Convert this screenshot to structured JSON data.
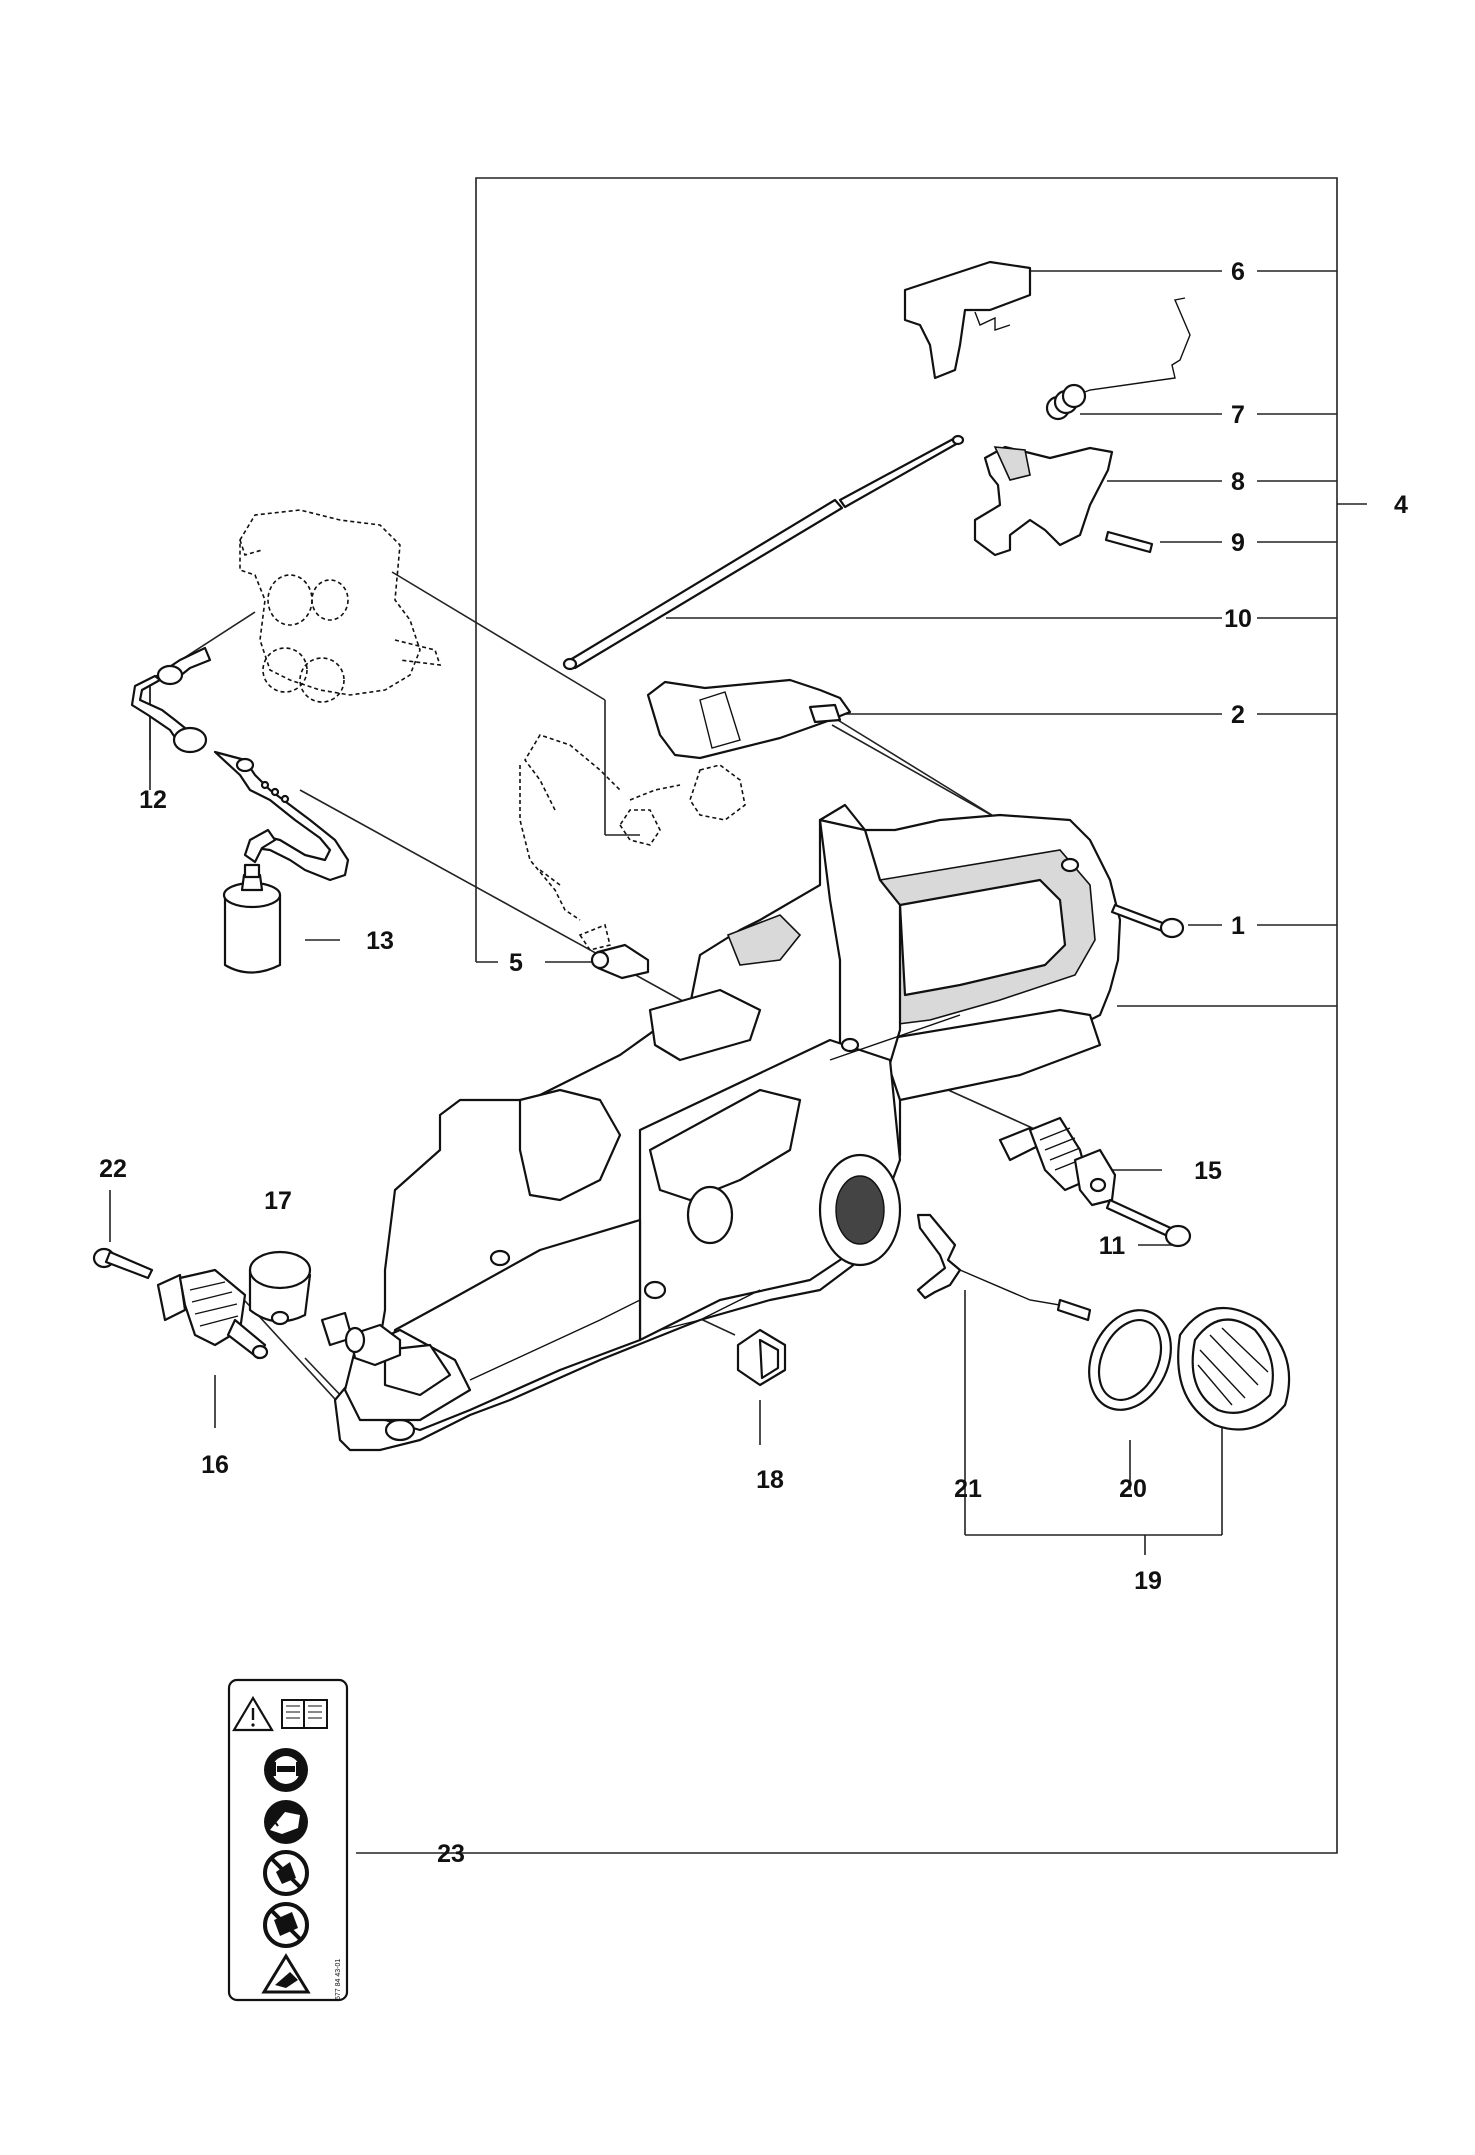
{
  "callouts": {
    "1": "1",
    "2": "2",
    "4": "4",
    "5": "5",
    "6": "6",
    "7": "7",
    "8": "8",
    "9": "9",
    "10": "10",
    "11": "11",
    "12": "12",
    "13": "13",
    "15": "15",
    "16": "16",
    "17": "17",
    "18": "18",
    "19": "19",
    "20": "20",
    "21": "21",
    "22": "22",
    "23": "23"
  },
  "decal": {
    "code": "577 84 43-01",
    "icons": [
      "warning-icon",
      "manual-book-icon",
      "ear-eye-protection-icon",
      "gloves-icon",
      "no-one-hand-icon",
      "no-smoking-icon",
      "kickback-warning-icon"
    ]
  }
}
